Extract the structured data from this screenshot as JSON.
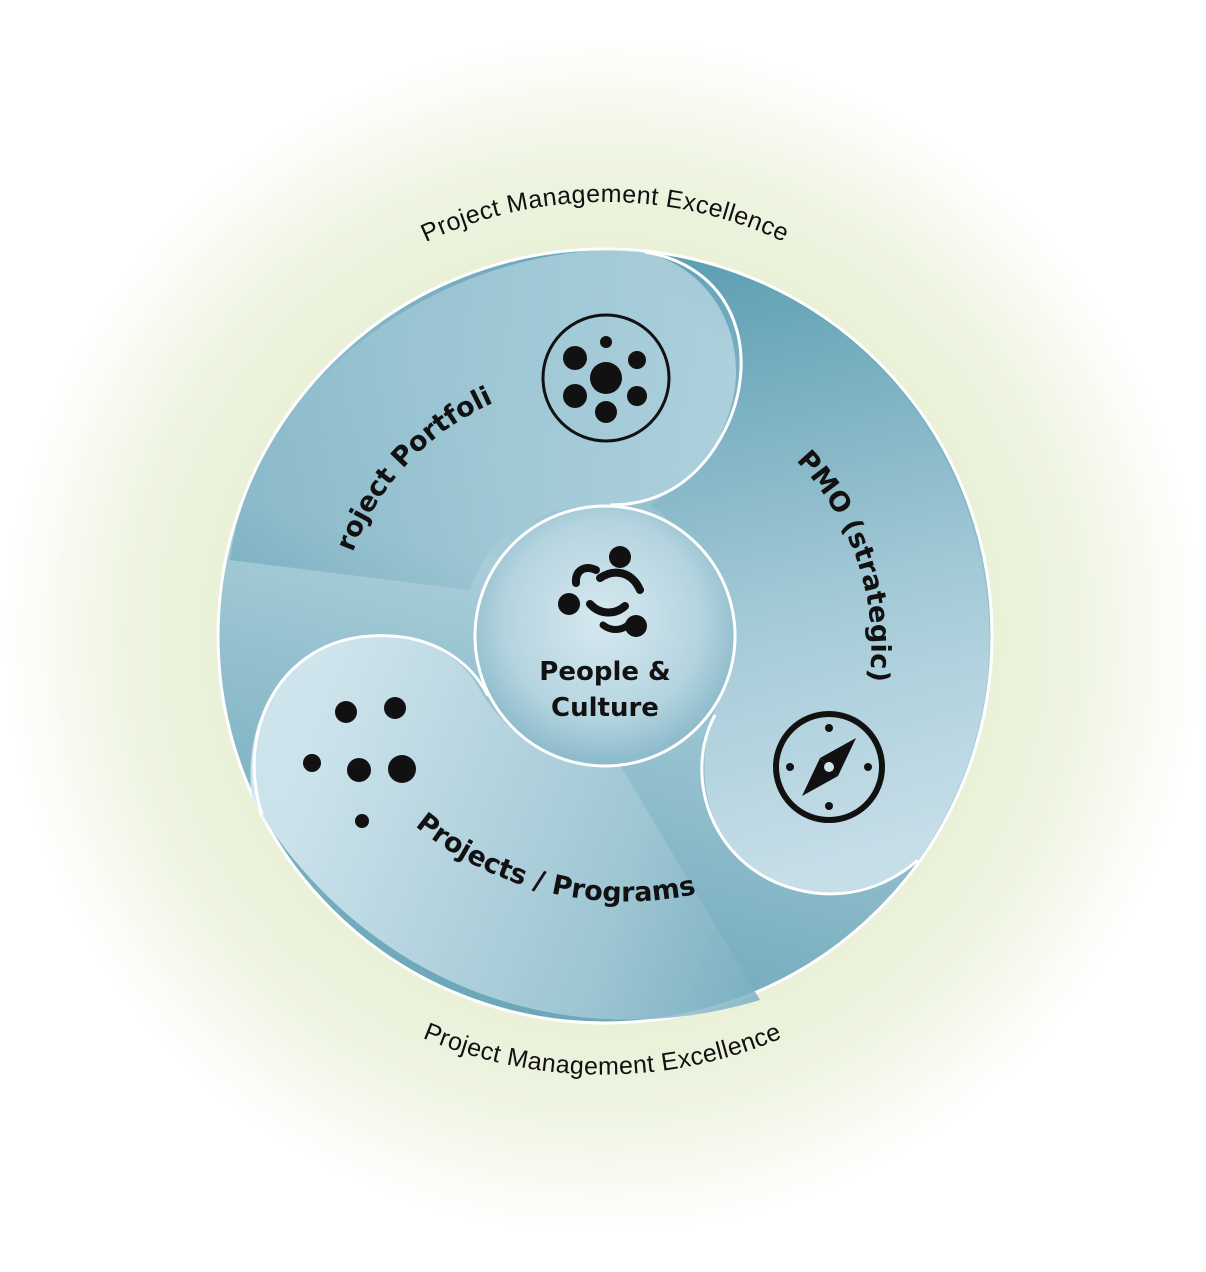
{
  "outer_ring": {
    "top_text": "Project Management Excellence",
    "bottom_text": "Project Management Excellence"
  },
  "segments": [
    {
      "label": "Project Portfolio",
      "icon": "portfolio-cluster-icon"
    },
    {
      "label": "PMO (strategic)",
      "icon": "compass-icon"
    },
    {
      "label": "Projects / Programs",
      "icon": "scattered-dots-icon"
    }
  ],
  "center": {
    "line1": "People &",
    "line2": "Culture",
    "icon": "team-people-icon"
  },
  "colors": {
    "halo": "#e8f0d6",
    "circle_dark": "#5e9fb2",
    "circle_light": "#d6e9f1",
    "outline": "#ffffff",
    "ink": "#111111"
  }
}
